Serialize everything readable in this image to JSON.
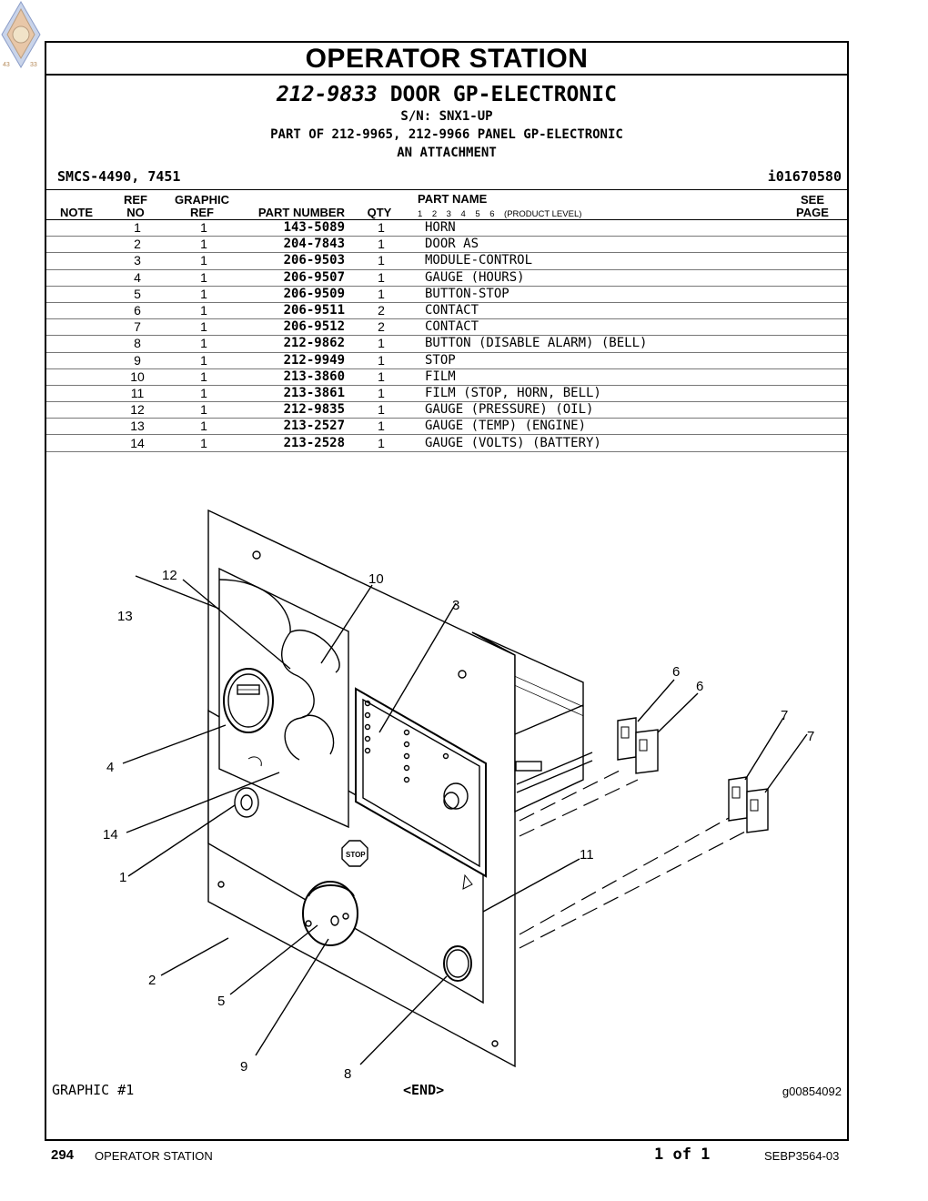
{
  "header": {
    "section_title": "OPERATOR STATION",
    "group_number": "212-9833",
    "group_name": "DOOR GP-ELECTRONIC",
    "serial": "S/N: SNX1-UP",
    "part_of": "PART OF 212-9965, 212-9966 PANEL GP-ELECTRONIC",
    "attachment": "AN ATTACHMENT",
    "smcs": "SMCS-4490, 7451",
    "info_ref": "i01670580"
  },
  "columns": {
    "note": "NOTE",
    "ref_no": [
      "REF",
      "NO"
    ],
    "graphic_ref": [
      "GRAPHIC",
      "REF"
    ],
    "part_number": "PART NUMBER",
    "qty": "QTY",
    "part_name": "PART NAME",
    "product_levels": "1    2    3    4    5    6    (PRODUCT LEVEL)",
    "see_page": [
      "SEE",
      "PAGE"
    ]
  },
  "parts": [
    {
      "ref": "1",
      "gref": "1",
      "pn": "143-5089",
      "qty": "1",
      "name": "HORN"
    },
    {
      "ref": "2",
      "gref": "1",
      "pn": "204-7843",
      "qty": "1",
      "name": "DOOR AS"
    },
    {
      "ref": "3",
      "gref": "1",
      "pn": "206-9503",
      "qty": "1",
      "name": "MODULE-CONTROL"
    },
    {
      "ref": "4",
      "gref": "1",
      "pn": "206-9507",
      "qty": "1",
      "name": "GAUGE (HOURS)"
    },
    {
      "ref": "5",
      "gref": "1",
      "pn": "206-9509",
      "qty": "1",
      "name": "BUTTON-STOP"
    },
    {
      "ref": "6",
      "gref": "1",
      "pn": "206-9511",
      "qty": "2",
      "name": "CONTACT"
    },
    {
      "ref": "7",
      "gref": "1",
      "pn": "206-9512",
      "qty": "2",
      "name": "CONTACT"
    },
    {
      "ref": "8",
      "gref": "1",
      "pn": "212-9862",
      "qty": "1",
      "name": "BUTTON (DISABLE ALARM) (BELL)"
    },
    {
      "ref": "9",
      "gref": "1",
      "pn": "212-9949",
      "qty": "1",
      "name": "STOP"
    },
    {
      "ref": "10",
      "gref": "1",
      "pn": "213-3860",
      "qty": "1",
      "name": "FILM"
    },
    {
      "ref": "11",
      "gref": "1",
      "pn": "213-3861",
      "qty": "1",
      "name": "FILM (STOP, HORN, BELL)"
    },
    {
      "ref": "12",
      "gref": "1",
      "pn": "212-9835",
      "qty": "1",
      "name": "GAUGE (PRESSURE) (OIL)"
    },
    {
      "ref": "13",
      "gref": "1",
      "pn": "213-2527",
      "qty": "1",
      "name": "GAUGE (TEMP) (ENGINE)"
    },
    {
      "ref": "14",
      "gref": "1",
      "pn": "213-2528",
      "qty": "1",
      "name": "GAUGE (VOLTS) (BATTERY)"
    }
  ],
  "drawing": {
    "callouts": [
      "12",
      "10",
      "3",
      "13",
      "6",
      "6",
      "7",
      "7",
      "4",
      "14",
      "11",
      "1",
      "2",
      "5",
      "9",
      "8"
    ],
    "stop_label": "STOP",
    "logo_numbers": [
      "43",
      "33"
    ]
  },
  "graphic": {
    "label": "GRAPHIC #1",
    "end_marker": "<END>",
    "graphic_number": "g00854092"
  },
  "footer": {
    "page_number": "294",
    "section": "OPERATOR STATION",
    "page_of": "1 of 1",
    "doc_number": "SEBP3564-03"
  }
}
